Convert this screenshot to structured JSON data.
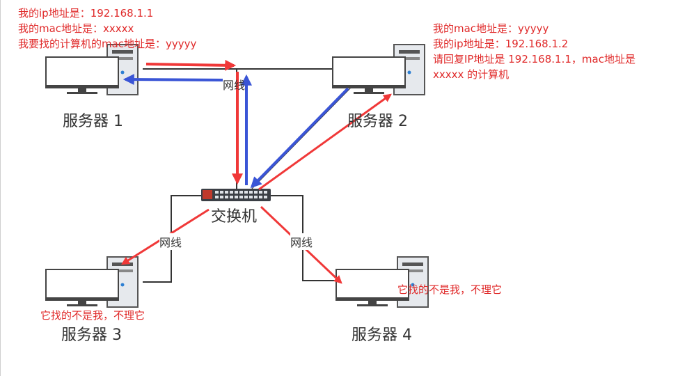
{
  "servers": [
    {
      "name": "服务器 1"
    },
    {
      "name": "服务器 2"
    },
    {
      "name": "服务器 3"
    },
    {
      "name": "服务器 4"
    }
  ],
  "switch": {
    "name": "交换机"
  },
  "cable_label": "网线",
  "notes": {
    "server1": [
      "我的ip地址是：192.168.1.1",
      "我的mac地址是：xxxxx",
      "我要找的计算机的mac地址是：yyyyy"
    ],
    "server2": [
      "我的mac地址是：yyyyy",
      "我的ip地址是：192.168.1.2",
      "请回复IP地址是 192.168.1.1，mac地址是",
      "xxxxx 的计算机"
    ],
    "server3": "它找的不是我，不理它",
    "server4": "它找的不是我，不理它"
  },
  "colors": {
    "request": "#f03838",
    "reply": "#3a55d6",
    "cable": "#333333",
    "note": "#e02a2a"
  }
}
